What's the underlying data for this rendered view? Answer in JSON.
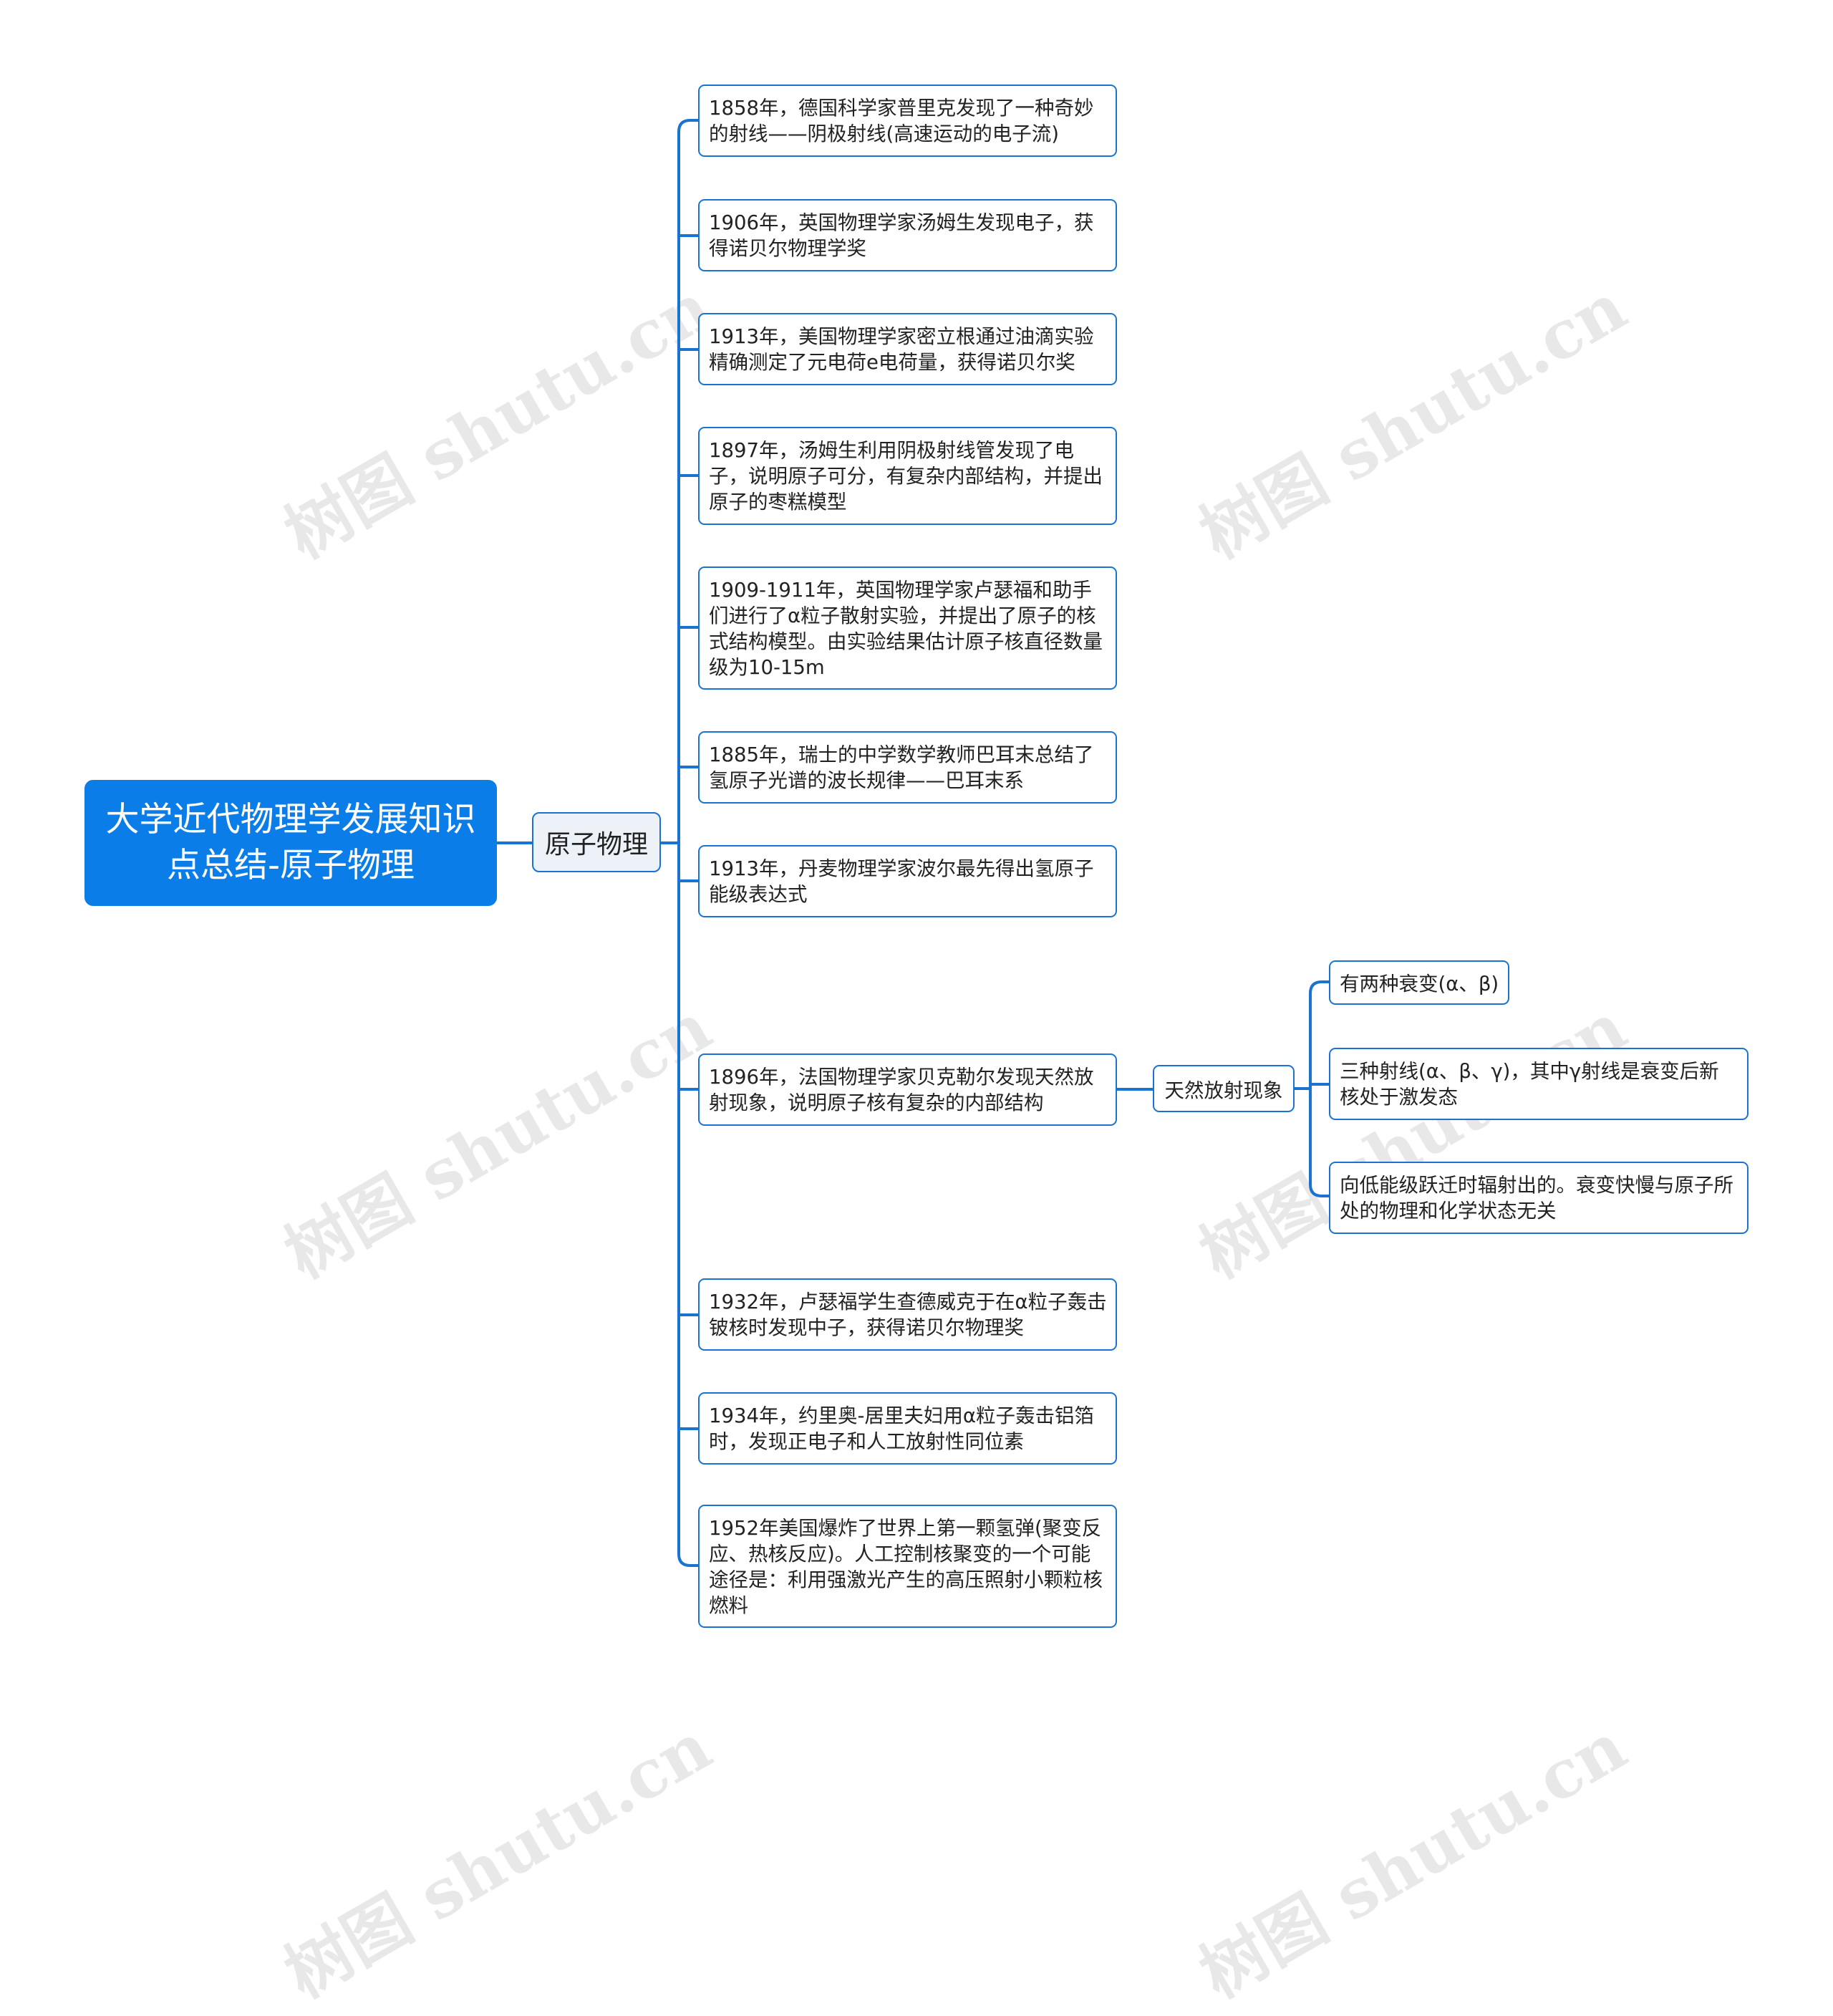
{
  "root": {
    "title": "大学近代物理学发展知识点总结-原子物理"
  },
  "branch": {
    "label": "原子物理"
  },
  "items": [
    "1858年，德国科学家普里克发现了一种奇妙的射线——阴极射线(高速运动的电子流)",
    "1906年，英国物理学家汤姆生发现电子，获得诺贝尔物理学奖",
    "1913年，美国物理学家密立根通过油滴实验精确测定了元电荷e电荷量，获得诺贝尔奖",
    "1897年，汤姆生利用阴极射线管发现了电子，说明原子可分，有复杂内部结构，并提出原子的枣糕模型",
    "1909-1911年，英国物理学家卢瑟福和助手们进行了α粒子散射实验，并提出了原子的核式结构模型。由实验结果估计原子核直径数量级为10-15m",
    "1885年，瑞士的中学数学教师巴耳末总结了氢原子光谱的波长规律——巴耳末系",
    "1913年，丹麦物理学家波尔最先得出氢原子能级表达式",
    "1896年，法国物理学家贝克勒尔发现天然放射现象，说明原子核有复杂的内部结构",
    "1932年，卢瑟福学生查德威克于在α粒子轰击铍核时发现中子，获得诺贝尔物理奖",
    "1934年，约里奥-居里夫妇用α粒子轰击铝箔时，发现正电子和人工放射性同位素",
    "1952年美国爆炸了世界上第一颗氢弹(聚变反应、热核反应)。人工控制核聚变的一个可能途径是：利用强激光产生的高压照射小颗粒核燃料"
  ],
  "radioactivity": {
    "label": "天然放射现象",
    "children": [
      "有两种衰变(α、β)",
      "三种射线(α、β、γ)，其中γ射线是衰变后新核处于激发态",
      "向低能级跃迁时辐射出的。衰变快慢与原子所处的物理和化学状态无关"
    ]
  },
  "watermark": "树图 shutu.cn",
  "colors": {
    "line": "#1a73d1",
    "root_bg": "#0b7de9",
    "branch_bg": "#edf2f8"
  }
}
